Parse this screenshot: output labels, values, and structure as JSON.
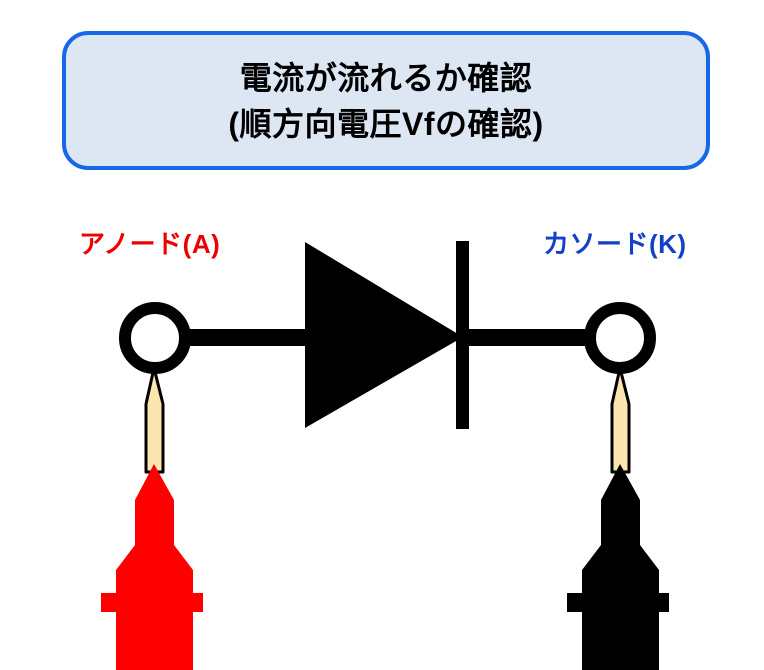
{
  "title_box": {
    "line1": "電流が流れるか確認",
    "line2": "(順方向電圧Vfの確認)",
    "border_color": "#1668e8",
    "fill_color": "#dde7f3"
  },
  "labels": {
    "anode": "アノード(A)",
    "cathode": "カソード(K)",
    "anode_color": "#ee0000",
    "cathode_color": "#1340c8"
  },
  "schematic": {
    "component": "diode-symbol",
    "anode_terminal": "anode-terminal-circle",
    "cathode_terminal": "cathode-terminal-circle",
    "wire_color": "#000000"
  },
  "probes": [
    {
      "name": "red-test-probe",
      "polarity": "anode",
      "body_color": "#ff0000",
      "needle_color": "#fce6b0",
      "needle_outline": "#000000"
    },
    {
      "name": "black-test-probe",
      "polarity": "cathode",
      "body_color": "#000000",
      "needle_color": "#fce6b0",
      "needle_outline": "#000000"
    }
  ]
}
